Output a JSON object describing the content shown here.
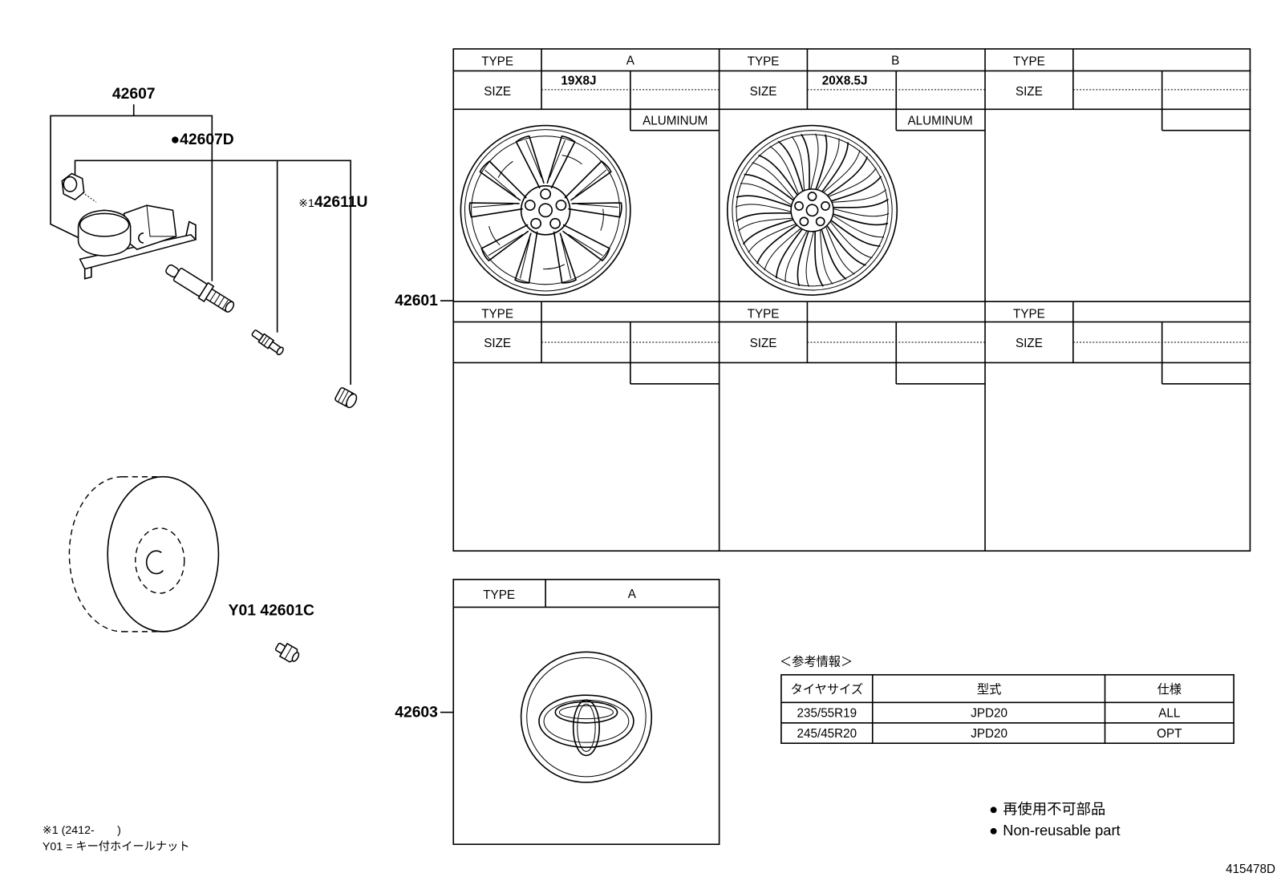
{
  "callouts": {
    "sensor_assembly": "42607",
    "sensor_sub": {
      "mark": "●",
      "part": "42607D"
    },
    "valve_cap": {
      "mark": "※1",
      "part": "42611U"
    },
    "lug_nut": "Y01 42601C",
    "wheel": "42601",
    "ornament": "42603"
  },
  "wheel_table": {
    "type_label": "TYPE",
    "size_label": "SIZE",
    "columns": [
      {
        "type": "A",
        "size": "19X8J",
        "material": "ALUMINUM"
      },
      {
        "type": "B",
        "size": "20X8.5J",
        "material": "ALUMINUM"
      }
    ]
  },
  "ornament_table": {
    "type_label": "TYPE",
    "type": "A"
  },
  "reference": {
    "title": "＜参考情報＞",
    "headers": [
      "タイヤサイズ",
      "型式",
      "仕様"
    ],
    "rows": [
      [
        "235/55R19",
        "JPD20",
        "ALL"
      ],
      [
        "245/45R20",
        "JPD20",
        "OPT"
      ]
    ]
  },
  "legend": {
    "mark": "●",
    "ja": "再使用不可部品",
    "en": "Non-reusable part"
  },
  "notes": [
    "※1 (2412-　　)",
    "Y01 = キー付ホイールナット"
  ],
  "diagram_code": "415478D"
}
